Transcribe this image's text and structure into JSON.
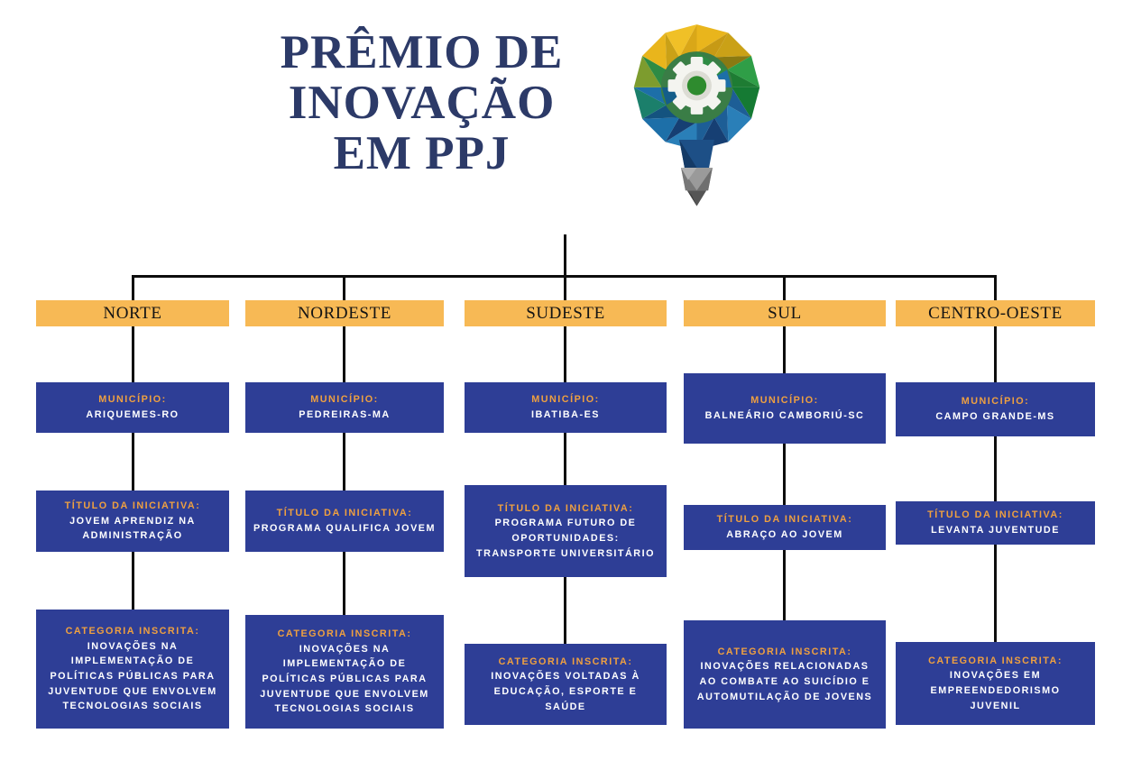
{
  "header": {
    "title_lines": [
      "PRÊMIO DE",
      "INOVAÇÃO",
      "EM PPJ"
    ],
    "logo_icon": "lightbulb-gear"
  },
  "colors": {
    "title_navy": "#2c3a68",
    "region_header_orange": "#f7b955",
    "box_blue": "#2e3e96",
    "box_label_orange": "#efa040",
    "box_value_white": "#ffffff",
    "connector_black": "#0d0d0d",
    "logo_yellow": "#e9b51c",
    "logo_green": "#2f9e47",
    "logo_blue": "#1d5e96",
    "logo_gray": "#9a9a9a"
  },
  "tree": {
    "columns": [
      {
        "region": "NORTE",
        "municipio_label": "MUNICÍPIO:",
        "municipio": "ARIQUEMES-RO",
        "titulo_label": "TÍTULO DA INICIATIVA:",
        "titulo": "JOVEM APRENDIZ NA ADMINISTRAÇÃO",
        "categoria_label": "CATEGORIA INSCRITA:",
        "categoria": "INOVAÇÕES NA IMPLEMENTAÇÃO DE POLÍTICAS PÚBLICAS PARA JUVENTUDE QUE ENVOLVEM TECNOLOGIAS SOCIAIS"
      },
      {
        "region": "NORDESTE",
        "municipio_label": "MUNICÍPIO:",
        "municipio": "PEDREIRAS-MA",
        "titulo_label": "TÍTULO DA INICIATIVA:",
        "titulo": "PROGRAMA QUALIFICA JOVEM",
        "categoria_label": "CATEGORIA INSCRITA:",
        "categoria": "INOVAÇÕES NA IMPLEMENTAÇÃO DE POLÍTICAS PÚBLICAS PARA JUVENTUDE QUE ENVOLVEM TECNOLOGIAS SOCIAIS"
      },
      {
        "region": "SUDESTE",
        "municipio_label": "MUNICÍPIO:",
        "municipio": "IBATIBA-ES",
        "titulo_label": "TÍTULO DA INICIATIVA:",
        "titulo": "PROGRAMA FUTURO DE OPORTUNIDADES: TRANSPORTE UNIVERSITÁRIO",
        "categoria_label": "CATEGORIA INSCRITA:",
        "categoria": "INOVAÇÕES VOLTADAS À EDUCAÇÃO, ESPORTE E SAÚDE"
      },
      {
        "region": "SUL",
        "municipio_label": "MUNICÍPIO:",
        "municipio": "BALNEÁRIO CAMBORIÚ-SC",
        "titulo_label": "TÍTULO DA INICIATIVA:",
        "titulo": "ABRAÇO AO JOVEM",
        "categoria_label": "CATEGORIA INSCRITA:",
        "categoria": "INOVAÇÕES RELACIONADAS AO COMBATE AO SUICÍDIO E AUTOMUTILAÇÃO DE JOVENS"
      },
      {
        "region": "CENTRO-OESTE",
        "municipio_label": "MUNICÍPIO:",
        "municipio": "CAMPO GRANDE-MS",
        "titulo_label": "TÍTULO DA INICIATIVA:",
        "titulo": "LEVANTA JUVENTUDE",
        "categoria_label": "CATEGORIA INSCRITA:",
        "categoria": "INOVAÇÕES EM EMPREENDEDORISMO JUVENIL"
      }
    ]
  }
}
